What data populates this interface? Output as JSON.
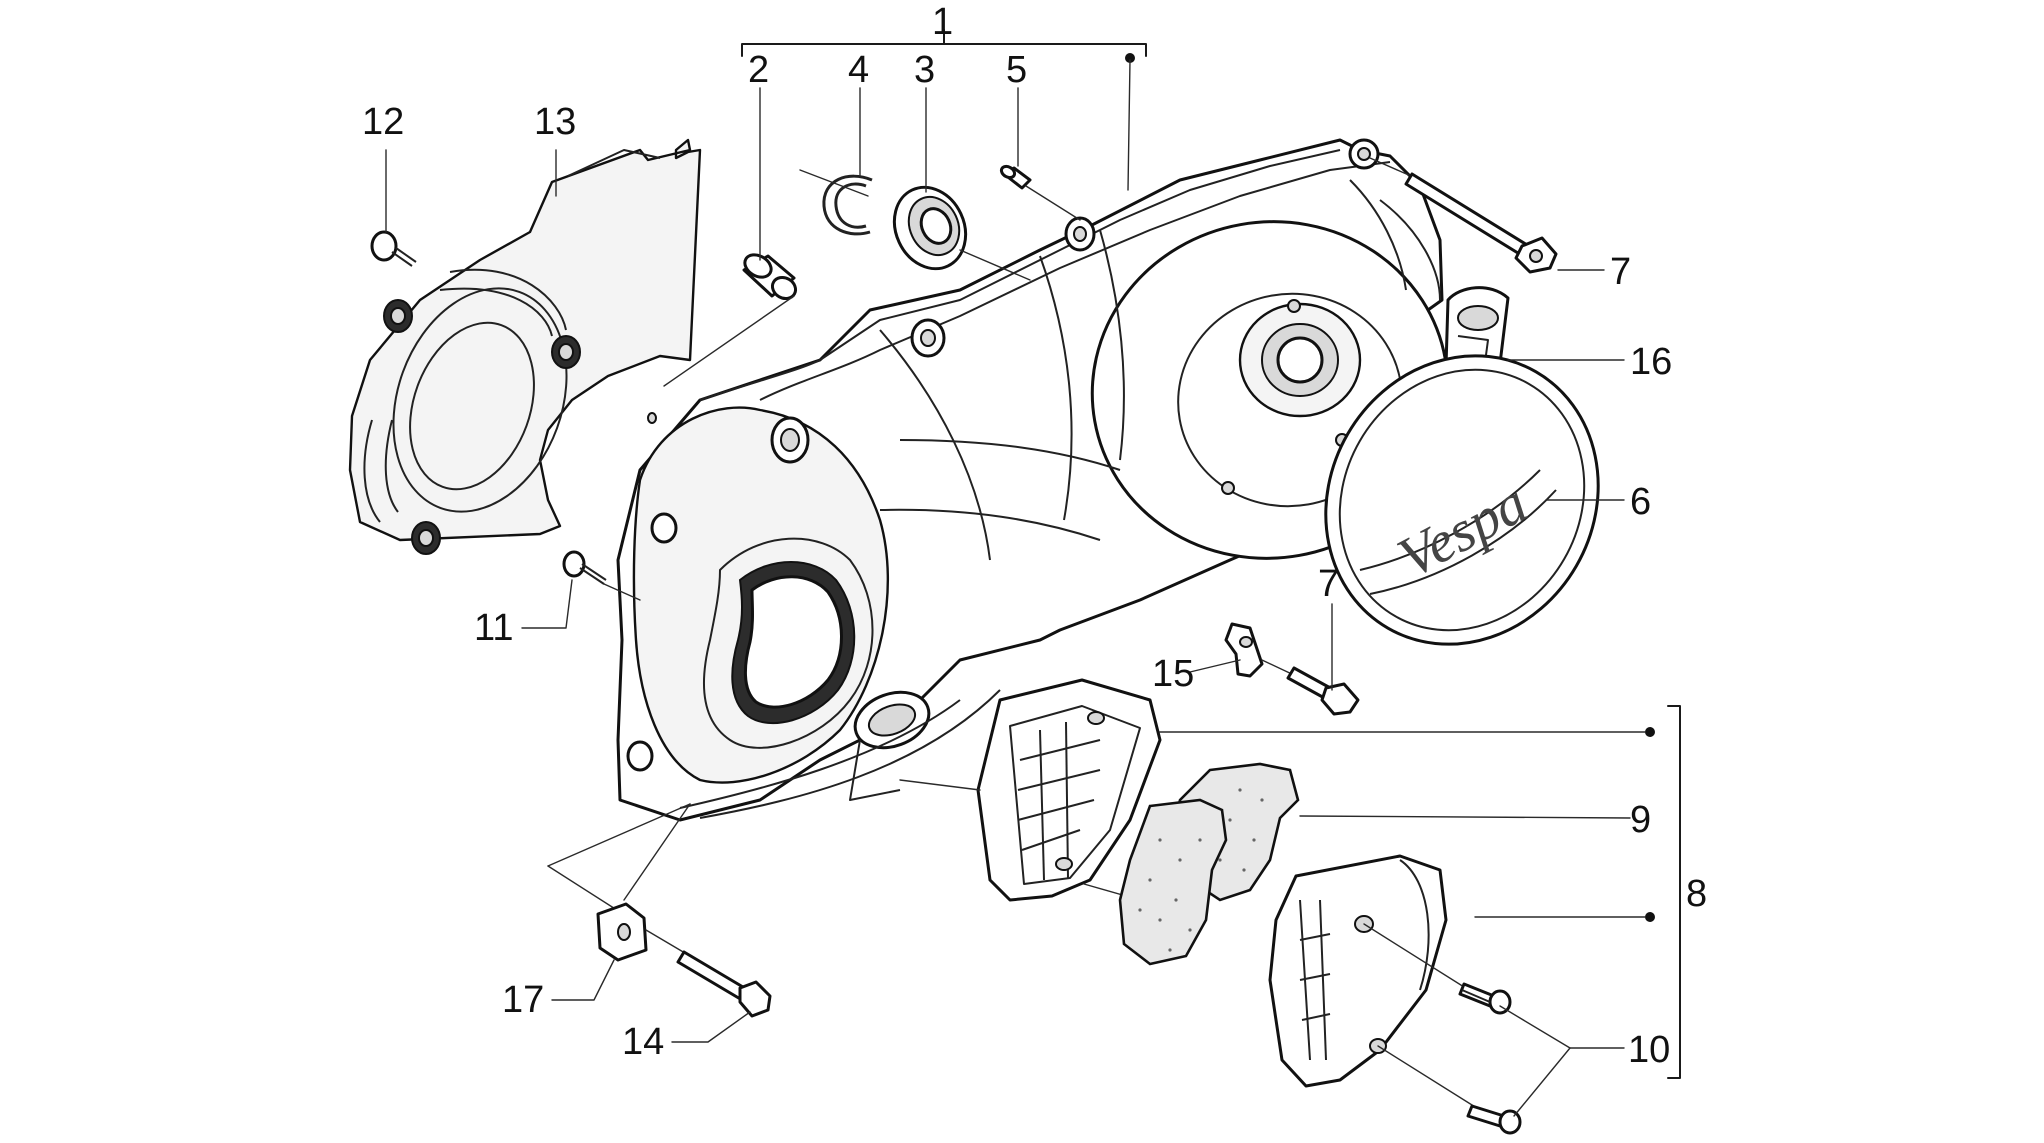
{
  "diagram": {
    "callouts": [
      {
        "id": "1",
        "text": "1"
      },
      {
        "id": "2",
        "text": "2"
      },
      {
        "id": "3",
        "text": "3"
      },
      {
        "id": "4",
        "text": "4"
      },
      {
        "id": "5",
        "text": "5"
      },
      {
        "id": "6",
        "text": "6"
      },
      {
        "id": "7a",
        "text": "7"
      },
      {
        "id": "7b",
        "text": "7"
      },
      {
        "id": "8",
        "text": "8"
      },
      {
        "id": "9",
        "text": "9"
      },
      {
        "id": "10",
        "text": "10"
      },
      {
        "id": "11",
        "text": "11"
      },
      {
        "id": "12",
        "text": "12"
      },
      {
        "id": "13",
        "text": "13"
      },
      {
        "id": "14",
        "text": "14"
      },
      {
        "id": "15",
        "text": "15"
      },
      {
        "id": "16",
        "text": "16"
      },
      {
        "id": "17",
        "text": "17"
      }
    ],
    "logo_text": "Vespa",
    "colors": {
      "line": "#111111",
      "background": "#ffffff",
      "foam": "#e8e8e8"
    }
  }
}
